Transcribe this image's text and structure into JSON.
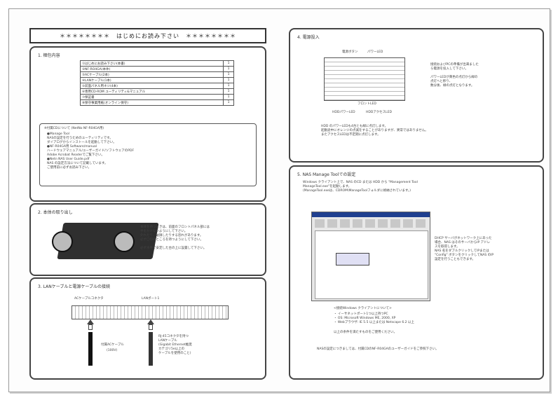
{
  "header": {
    "title": "＊＊＊＊＊＊＊＊　はじめにお読み下さい　＊＊＊＊＊＊＊＊"
  },
  "section1": {
    "title": "1. 梱包内容",
    "items": [
      "①はじめにお読み下さい(本書)",
      "②NF-RO4GA(本体)",
      "③ACケーブル(2本)",
      "④LANケーブル(1本)",
      "⑤前面パネル用ネジ(4本)",
      "⑥専用CD-ROM ユーティリティ&マニュアル",
      "⑦保証書",
      "⑧保守事業用紙(オンライン保守)"
    ],
    "counts": [
      "1",
      "1",
      "1",
      "1",
      "1",
      "1",
      "1",
      "1"
    ],
    "cd_note_title": "※付属CDについて (NetNo NF-R04GA用)",
    "cd_lines": [
      "●Manage Tool",
      "NASの設定を行うためのユーティリティです。",
      "ダイアログからインストールを起動して下さい。",
      "●NF-R04GA用 Software/manual",
      "ハードウェアマニュアル/ユーザーガイド/ソフトウェアのPDF",
      "Adobe Acrobat Readerでご覧下さい。",
      "●Netn NAS User Guide.pdf",
      "NAS の設定方法について記載しています。",
      "ご使用前に必ずお読み下さい。"
    ]
  },
  "section2": {
    "title": "2. 本体の取り出し",
    "lines": [
      "本体を持つときは、前面のフロントパネル部には",
      "手をかけないようにして下さい。",
      "外れたり、破損したりする恐れがあります。",
      "必ず〇印のところを持つようにして下さい。",
      "",
      "必ず水平で安定した台の上に設置して下さい。"
    ]
  },
  "section3": {
    "title": "3. LANケーブルと電源ケーブルの接続",
    "ac_label": "ACケーブルコネクタ",
    "lan_label": "LANポート1",
    "ac_cable": "付属ACケーブル",
    "ac_cable2": "(100V)",
    "lan_cable_lines": [
      "RJ-45コネクタを持つ",
      "LANケーブル",
      "(Gigabit Ethernet推奨",
      "カテゴリ5e以上の",
      "ケーブルを使用のこと)"
    ]
  },
  "section4": {
    "title": "4. 電源投入",
    "power_button_label": "電源ボタン",
    "power_led_label": "パワーLED",
    "right_lines": [
      "接続およびPCの準備が出来ました",
      "ら電源を投入して下さい。",
      "",
      "パワーLEDが黄色の点灯から緑の",
      "点灯へと移り、",
      "数分後、緑の点灯となります。"
    ],
    "hdd_power_led": "HDDパワーLED",
    "hdd_access_led": "HDDアクセスLED",
    "front_label": "フロントLED",
    "bottom_lines": [
      "HDD のパワーLEDも4台とも緑に点灯します。",
      "起動途中にオレンジの点滅をすることがありますが、異常ではありません。",
      "またアクセスLEDは不定期に点灯します。"
    ]
  },
  "section5": {
    "title": "5. NAS Manage Toolでの設定",
    "intro_lines": [
      "Windows クライアント上で、NAS のCD または HDD から \"Management Tool",
      "ManageTool.exe\"を起動します。",
      "(ManageTool.exeは、CDROM\\ManageToolフォルダに格納されています。)"
    ],
    "right_lines": [
      "DHCP サーバがネットワーク上にあった",
      "場合、NAS はそのサーバからIP アドレ",
      "スを取得します。",
      "NAS 名をダブルクリックしてIPまたは",
      "\"Config\" ボタンをクリックしてNAS のIP",
      "設定を行うこともできます。"
    ],
    "env_title": "<接続Windows クライアントについて>",
    "env_items": [
      "・ イーサネットポート1つ以上持つPC",
      "・ OS: Microsoft Windows ME, 2000, XP",
      "・ Webブラウザ: IE 5.5 以上または Netscape 6.2 以上"
    ],
    "env_footer": "以上の条件を満たすものをご使用ください。",
    "footer": "NASの設定につきましては、付属CDのNF-R04GAのユーザーガイドをご参照下さい。"
  }
}
